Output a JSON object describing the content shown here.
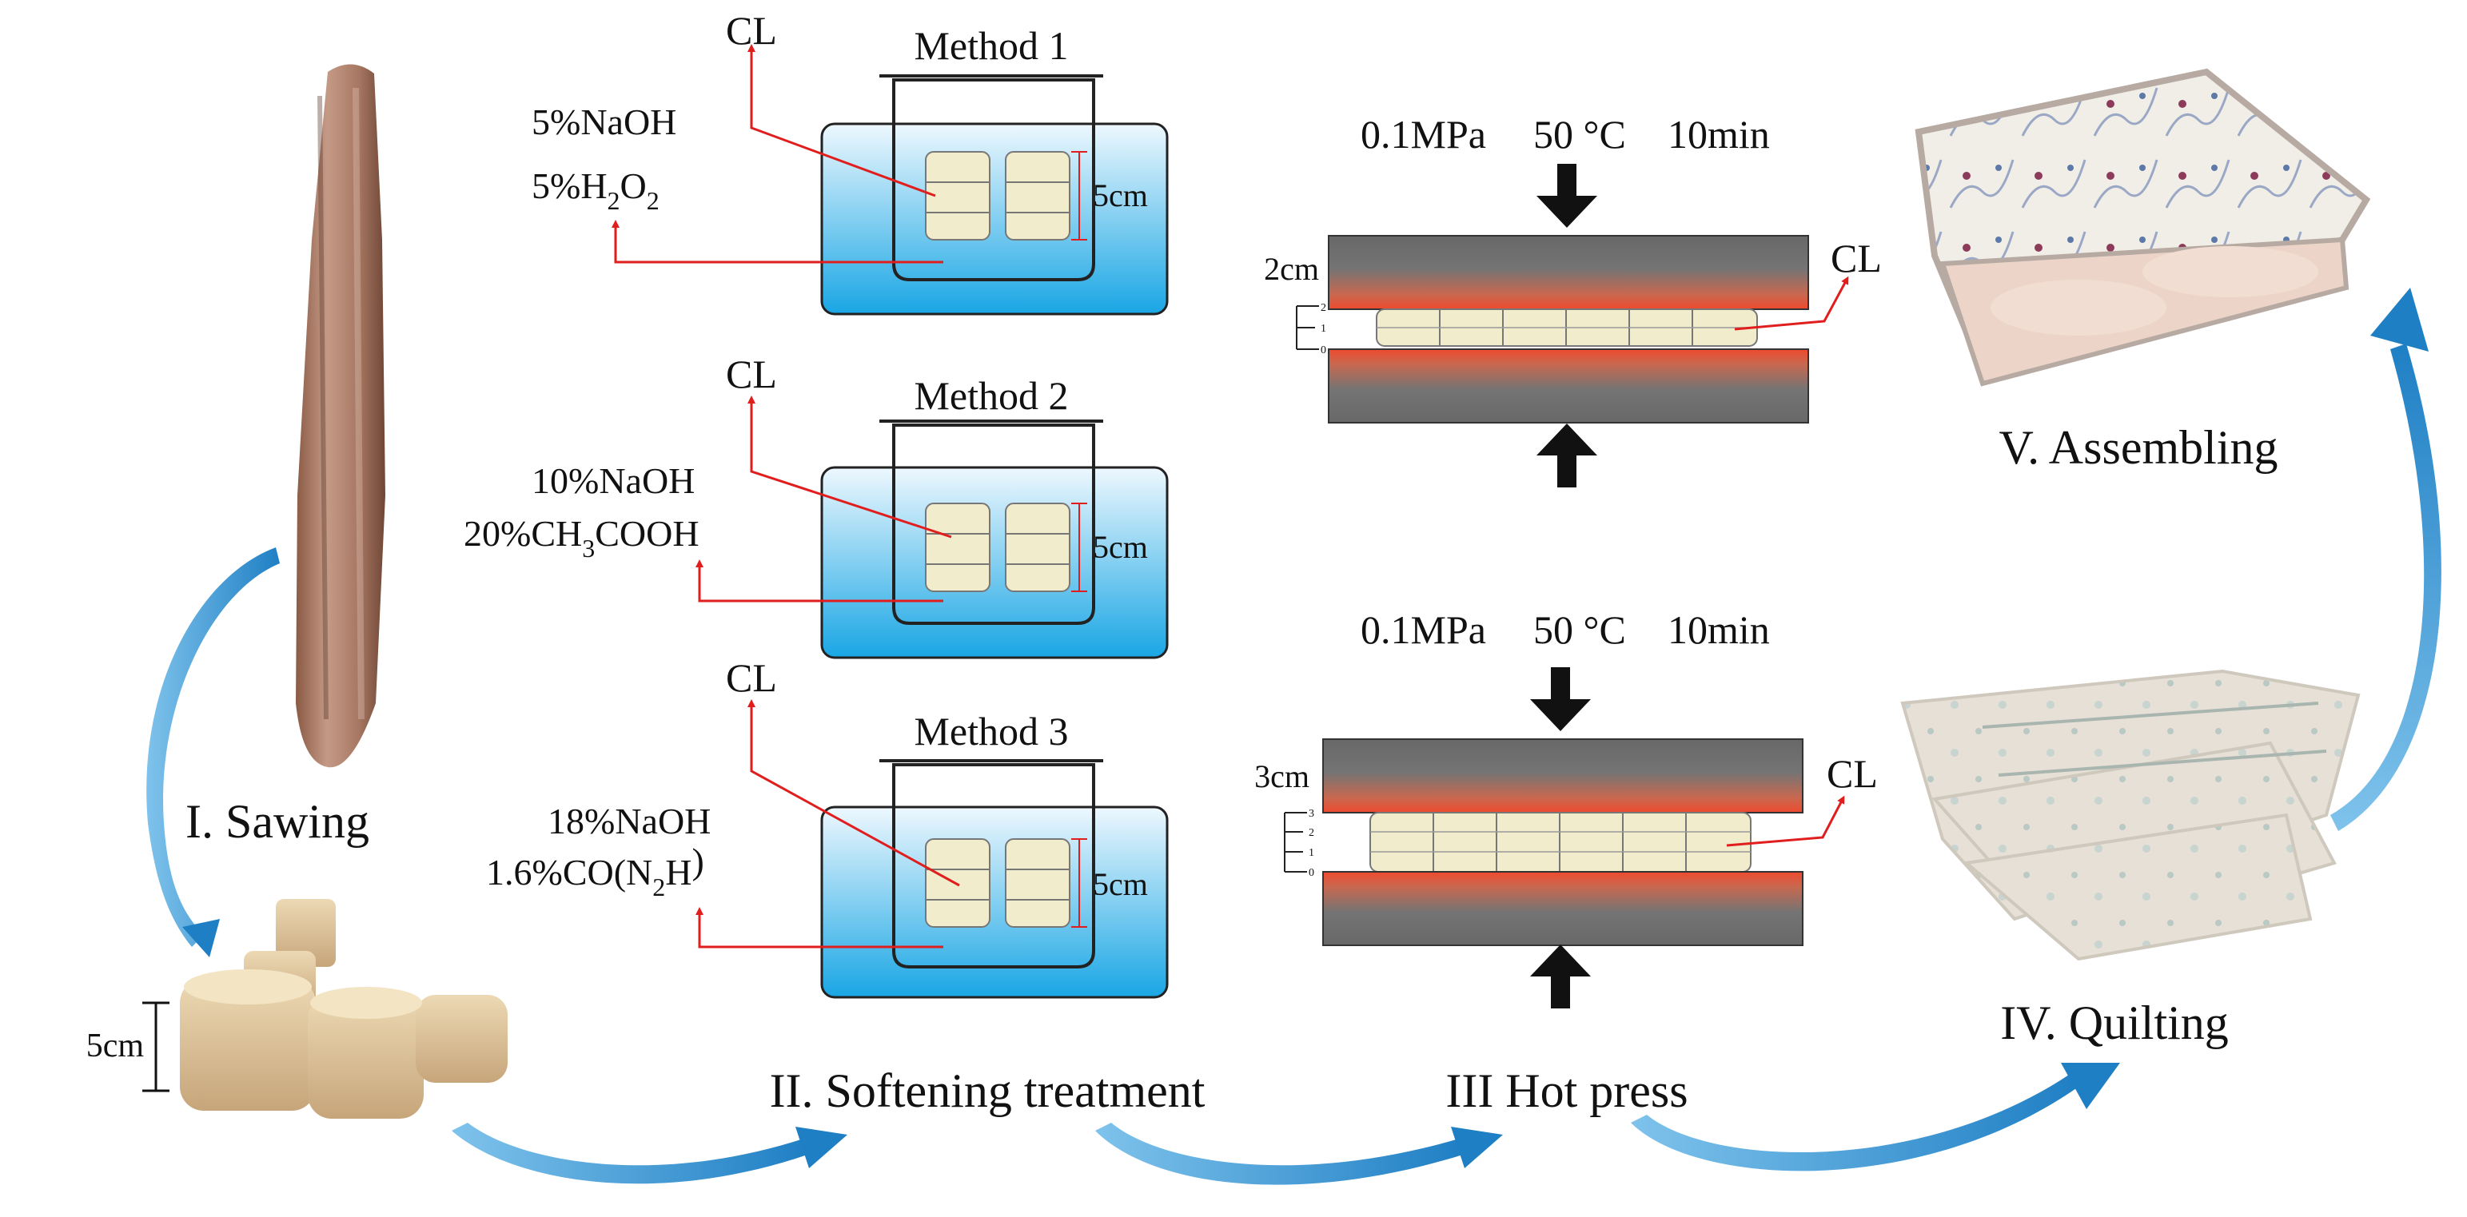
{
  "stages": {
    "sawing": "I. Sawing",
    "softening": "II. Softening treatment",
    "hot_press": "III Hot press",
    "quilting": "IV. Quilting",
    "assembling": "V. Assembling"
  },
  "sawing_dimension": "5cm",
  "methods": [
    {
      "title": "Method 1",
      "cl": "CL",
      "height": "5cm",
      "reagent1": {
        "main": "5%NaOH"
      },
      "reagent2": {
        "pre": "5%H",
        "sub1": "2",
        "mid": "O",
        "sub2": "2",
        "post": ""
      }
    },
    {
      "title": "Method 2",
      "cl": "CL",
      "height": "5cm",
      "reagent1": {
        "main": "10%NaOH"
      },
      "reagent2": {
        "pre": "20%CH",
        "sub1": "3",
        "mid": "COOH",
        "sub2": "",
        "post": ""
      }
    },
    {
      "title": "Method 3",
      "cl": "CL",
      "height": "5cm",
      "reagent1": {
        "main": "18%NaOH"
      },
      "reagent2": {
        "pre": "1.6%CO(N",
        "sub1": "2",
        "mid": "H",
        "sub2": "",
        "post": ")"
      }
    }
  ],
  "presses": [
    {
      "params": [
        "0.1MPa",
        "50 °C",
        "10min"
      ],
      "thickness": "2cm",
      "cl": "CL",
      "ruler": [
        "2",
        "1",
        "0"
      ]
    },
    {
      "params": [
        "0.1MPa",
        "50 °C",
        "10min"
      ],
      "thickness": "3cm",
      "cl": "CL",
      "ruler": [
        "3",
        "2",
        "1",
        "0"
      ]
    }
  ],
  "colors": {
    "arrow_blue": "#2a8fd0",
    "annotation_red": "#e01e1e",
    "water_top": "#e8f6fd",
    "water_bottom": "#19a6e4",
    "plate_gray": "#6e6e6e",
    "plate_hot": "#e8553a",
    "loofah_block": "#f1eccc",
    "sponge_beige": "#d9bd94",
    "mattress_white": "#ede8e1"
  },
  "icons": [
    "curved-flow-arrow-icon",
    "press-down-arrow-icon",
    "press-up-arrow-icon",
    "red-callout-arrow-icon"
  ]
}
